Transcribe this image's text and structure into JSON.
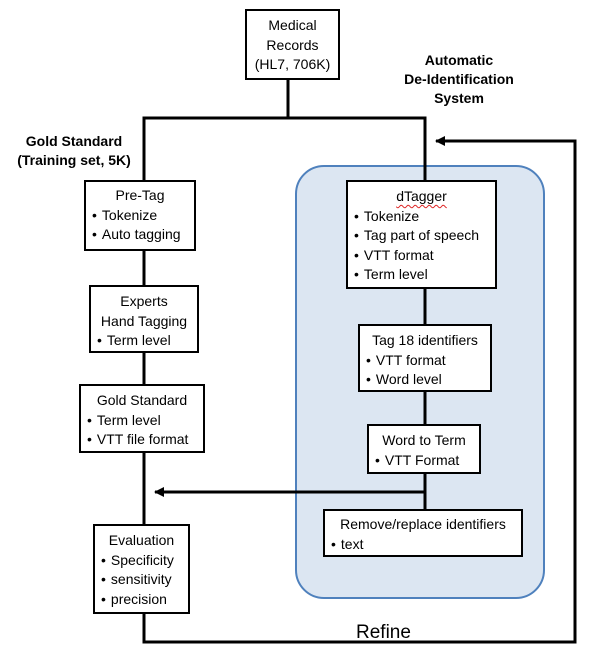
{
  "diagram": {
    "colors": {
      "line": "#000000",
      "panel_fill": "#dce6f2",
      "panel_border": "#4f81bd"
    },
    "labels": {
      "automatic_system": [
        "Automatic",
        "De-Identification",
        "System"
      ],
      "gold_standard": [
        "Gold Standard",
        "(Training set, 5K)"
      ],
      "refine": "Refine"
    },
    "boxes": {
      "medical_records": {
        "title": [
          "Medical",
          "Records",
          "(HL7, 706K)"
        ]
      },
      "pre_tag": {
        "title": "Pre-Tag",
        "bullets": [
          "Tokenize",
          "Auto tagging"
        ]
      },
      "experts": {
        "title": [
          "Experts",
          "Hand Tagging"
        ],
        "bullets": [
          "Term level"
        ]
      },
      "gold_standard": {
        "title": "Gold Standard",
        "bullets": [
          "Term level",
          "VTT file format"
        ]
      },
      "evaluation": {
        "title": "Evaluation",
        "bullets": [
          "Specificity",
          "sensitivity",
          "precision"
        ]
      },
      "dtagger": {
        "title": "dTagger",
        "bullets": [
          "Tokenize",
          "Tag part of speech",
          "VTT format",
          "Term level"
        ]
      },
      "tag18": {
        "title": "Tag 18 identifiers",
        "bullets": [
          "VTT format",
          "Word level"
        ]
      },
      "word_to_term": {
        "title": "Word to Term",
        "bullets": [
          "VTT Format"
        ]
      },
      "remove_replace": {
        "title": "Remove/replace identifiers",
        "bullets": [
          "text"
        ]
      }
    }
  }
}
